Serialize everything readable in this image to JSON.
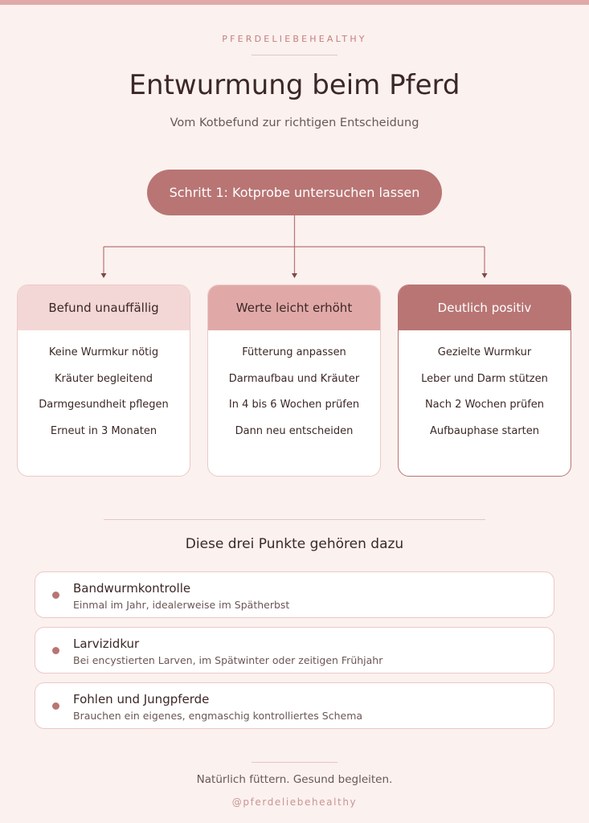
{
  "brand": "PFERDELIEBEHEALTHY",
  "title": "Entwurmung beim Pferd",
  "subtitle": "Vom Kotbefund zur richtigen Entscheidung",
  "step": "Schritt 1: Kotprobe untersuchen lassen",
  "colors": {
    "background": "#fbf1ef",
    "accent": "#b87574",
    "accent_medium": "#e0a9a8",
    "accent_light": "#f3d7d6",
    "text": "#3b2826"
  },
  "cards": [
    {
      "title": "Befund unauffällig",
      "items": [
        "Keine Wurmkur nötig",
        "Kräuter begleitend",
        "Darmgesundheit pflegen",
        "Erneut in 3 Monaten"
      ]
    },
    {
      "title": "Werte leicht erhöht",
      "items": [
        "Fütterung anpassen",
        "Darmaufbau und Kräuter",
        "In 4 bis 6 Wochen prüfen",
        "Dann neu entscheiden"
      ]
    },
    {
      "title": "Deutlich positiv",
      "items": [
        "Gezielte Wurmkur",
        "Leber und Darm stützen",
        "Nach 2 Wochen prüfen",
        "Aufbauphase starten"
      ]
    }
  ],
  "section_title": "Diese drei Punkte gehören dazu",
  "points": [
    {
      "title": "Bandwurmkontrolle",
      "desc": "Einmal im Jahr, idealerweise im Spätherbst"
    },
    {
      "title": "Larvizidkur",
      "desc": "Bei encystierten Larven, im Spätwinter oder zeitigen Frühjahr"
    },
    {
      "title": "Fohlen und Jungpferde",
      "desc": "Brauchen ein eigenes, engmaschig kontrolliertes Schema"
    }
  ],
  "footer": {
    "tagline": "Natürlich füttern. Gesund begleiten.",
    "handle": "@pferdeliebehealthy"
  }
}
